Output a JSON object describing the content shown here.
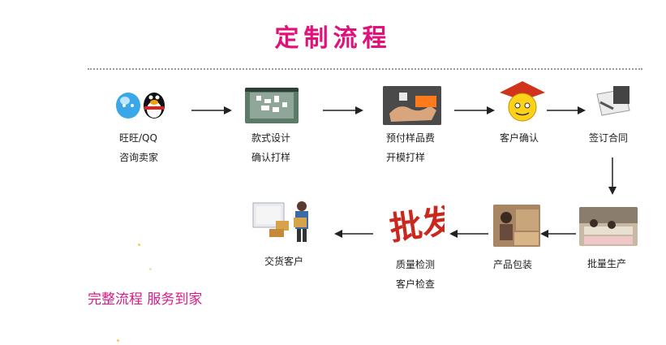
{
  "title": "定制流程",
  "colors": {
    "title": "#e0117a",
    "slogan": "#d61c84",
    "arrow": "#222222"
  },
  "steps_row1": [
    {
      "icon": "wangwang-qq-icon",
      "line1": "旺旺/QQ",
      "line2": "咨询卖家"
    },
    {
      "icon": "design-sample-icon",
      "line1": "款式设计",
      "line2": "确认打样"
    },
    {
      "icon": "prepay-sample-icon",
      "line1": "预付样品费",
      "line2": "开模打样"
    },
    {
      "icon": "customer-confirm-icon",
      "line1": "客户确认",
      "line2": ""
    },
    {
      "icon": "sign-contract-icon",
      "line1": "签订合同",
      "line2": ""
    }
  ],
  "steps_row2": [
    {
      "icon": "mass-production-icon",
      "line1": "批量生产",
      "line2": ""
    },
    {
      "icon": "packaging-icon",
      "line1": "产品包装",
      "line2": ""
    },
    {
      "icon": "quality-check-icon",
      "line1": "质量检测",
      "line2": "客户检查"
    },
    {
      "icon": "delivery-icon",
      "line1": "交货客户",
      "line2": ""
    }
  ],
  "slogan": "完整流程 服务到家"
}
